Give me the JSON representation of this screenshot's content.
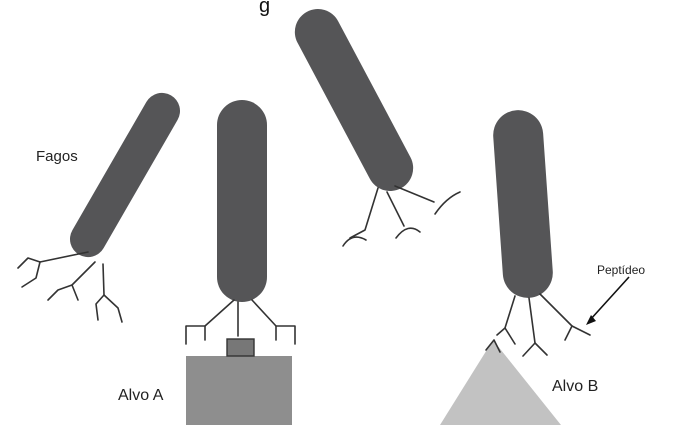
{
  "header_fragment": "g",
  "labels": {
    "phages": "Fagos",
    "peptide": "Peptídeo",
    "target_a": "Alvo A",
    "target_b": "Alvo B"
  },
  "colors": {
    "phage_body": "#555557",
    "target_a": "#8e8e8e",
    "target_b": "#c2c2c2",
    "line": "#333333"
  }
}
